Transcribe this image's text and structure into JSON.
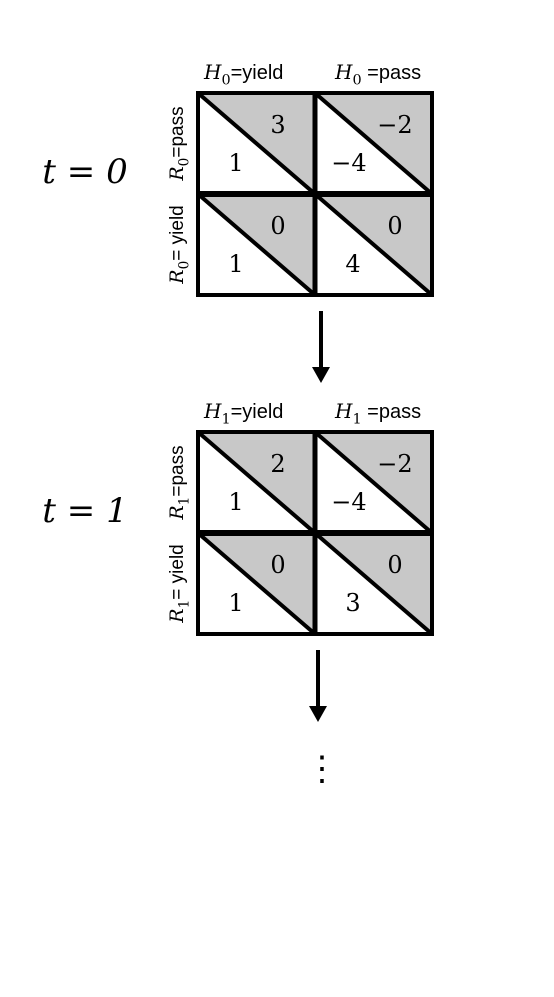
{
  "stages": [
    {
      "t_label": "t = 0",
      "col_headers": [
        {
          "var": "H",
          "sub": "0",
          "text": "=yield"
        },
        {
          "var": "H",
          "sub": "0",
          "text": " =pass"
        }
      ],
      "row_headers": [
        {
          "var": "R",
          "sub": "0",
          "text": "=pass"
        },
        {
          "var": "R",
          "sub": "0",
          "text": "= yield"
        }
      ],
      "cells": [
        [
          {
            "top": "3",
            "bottom": "1"
          },
          {
            "top": "−2",
            "bottom": "−4"
          }
        ],
        [
          {
            "top": "0",
            "bottom": "1"
          },
          {
            "top": "0",
            "bottom": "4"
          }
        ]
      ]
    },
    {
      "t_label": "t = 1",
      "col_headers": [
        {
          "var": "H",
          "sub": "1",
          "text": "=yield"
        },
        {
          "var": "H",
          "sub": "1",
          "text": " =pass"
        }
      ],
      "row_headers": [
        {
          "var": "R",
          "sub": "1",
          "text": "=pass"
        },
        {
          "var": "R",
          "sub": "1",
          "text": "= yield"
        }
      ],
      "cells": [
        [
          {
            "top": "2",
            "bottom": "1"
          },
          {
            "top": "−2",
            "bottom": "−4"
          }
        ],
        [
          {
            "top": "0",
            "bottom": "1"
          },
          {
            "top": "0",
            "bottom": "3"
          }
        ]
      ]
    }
  ],
  "continuation": "⋮",
  "colors": {
    "shade": "#c8c8c8",
    "line": "#000000",
    "background": "#ffffff"
  }
}
